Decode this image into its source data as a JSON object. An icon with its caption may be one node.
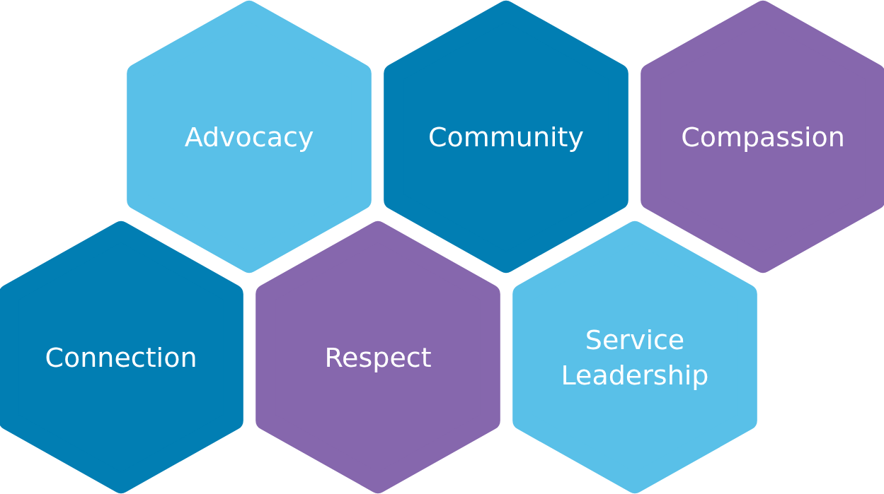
{
  "diagram": {
    "nodes": [
      {
        "text": [
          "Advocacy"
        ]
      },
      {
        "text": [
          "Community"
        ]
      },
      {
        "text": [
          "Compassion"
        ]
      },
      {
        "text": [
          "Connection"
        ]
      },
      {
        "text": [
          "Respect"
        ]
      },
      {
        "text": [
          "Service Leadership"
        ]
      }
    ]
  }
}
